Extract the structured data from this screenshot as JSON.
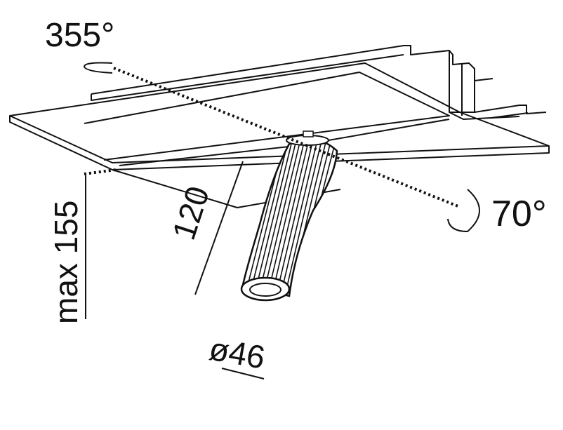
{
  "dimensions": {
    "rotation_label": "355°",
    "tilt_label": "70°",
    "height_label": "max 155",
    "length_label": "120",
    "diameter_label": "ø46"
  },
  "colors": {
    "line": "#111111",
    "background": "#ffffff"
  }
}
